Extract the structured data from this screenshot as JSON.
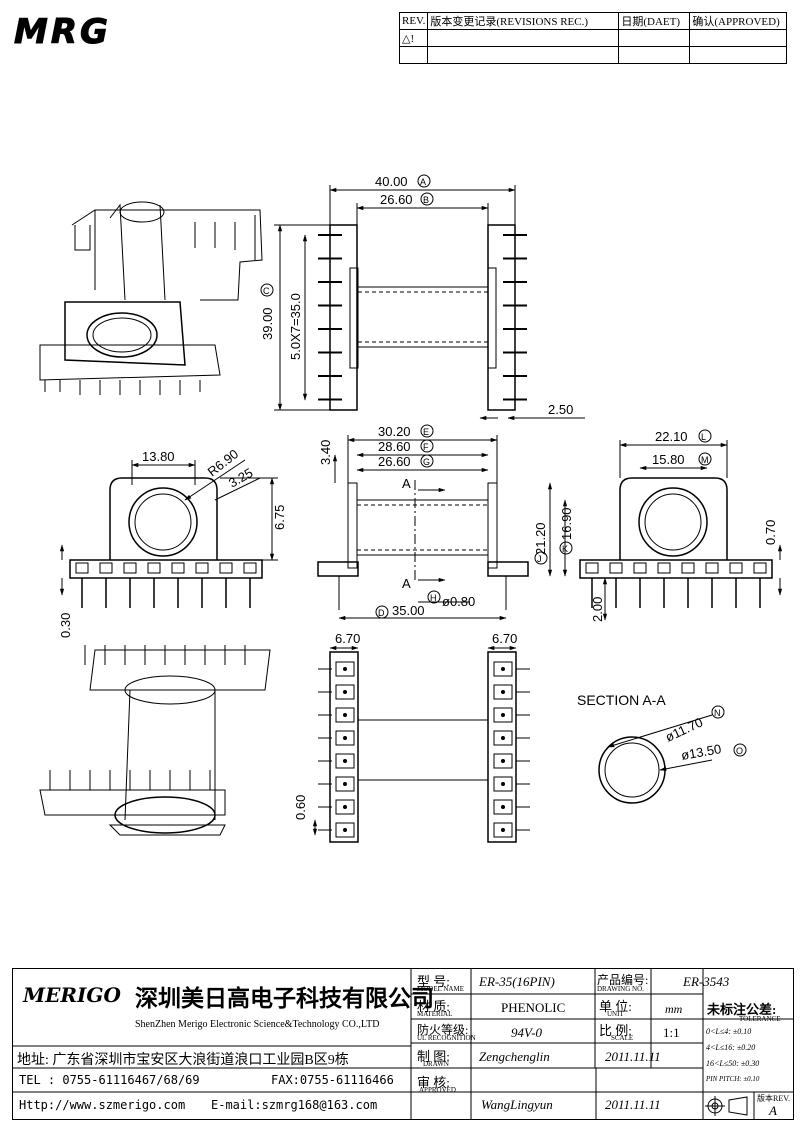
{
  "logo_text": "MRG",
  "revisions": {
    "headers": [
      "REV.",
      "版本变更记录(REVISIONS REC.)",
      "日期(DAET)",
      "确认(APPROVED)"
    ],
    "rows": [
      [
        "△!",
        "",
        "",
        ""
      ],
      [
        "",
        "",
        "",
        ""
      ]
    ]
  },
  "dims": {
    "A": "40.00",
    "B": "26.60",
    "C": "39.00",
    "pitch": "5.0X7=35.0",
    "gap": "2.50",
    "E": "30.20",
    "F": "28.60",
    "G": "26.60",
    "left_w": "13.80",
    "radius": "R6.90",
    "slot": "3.25",
    "h675": "6.75",
    "t030": "0.30",
    "top340": "3.40",
    "j": "21.20",
    "k": "16.90",
    "L": "22.10",
    "M": "15.80",
    "r070": "0.70",
    "pin200": "2.00",
    "H": "ø0.80",
    "D": "35.00",
    "w670a": "6.70",
    "w670b": "6.70",
    "p060": "0.60",
    "N": "ø11.70",
    "O": "ø13.50"
  },
  "circles": {
    "A": "A",
    "B": "B",
    "C": "C",
    "D": "D",
    "E": "E",
    "F": "F",
    "G": "G",
    "H": "H",
    "K": "K",
    "L": "L",
    "M": "M",
    "N": "N",
    "O": "O",
    "J": "J"
  },
  "section_marks": {
    "a1": "A",
    "a2": "A"
  },
  "section_label": "SECTION A-A",
  "company": {
    "logo": "MERIGO",
    "name_cn": "深圳美日高电子科技有限公司",
    "name_en": "ShenZhen Merigo Electronic Science&Technology CO.,LTD",
    "address": "地址: 广东省深圳市宝安区大浪街道浪口工业园B区9栋",
    "tel": "TEL : 0755-61116467/68/69",
    "fax": "FAX:0755-61116466",
    "http": "Http://www.szmerigo.com",
    "email": "E-mail:szmrg168@163.com"
  },
  "titleblock": {
    "model_label": "型  号:",
    "model_label_en": "MODEL NAME",
    "model": "ER-35(16PIN)",
    "dwg_label": "产品编号:",
    "dwg_label_en": "DRAWING NO.",
    "dwg": "ER-3543",
    "mat_label": "材  质:",
    "mat_label_en": "MATERIAL",
    "material": "PHENOLIC",
    "unit_label": "单  位:",
    "unit_label_en": "UNIT",
    "unit": "mm",
    "fire_label": "防火等级:",
    "fire_label_en": "UL RECOGNITION",
    "fire": "94V-0",
    "scale_label": "比  例:",
    "scale_label_en": "SCALE",
    "scale": "1:1",
    "drawn_label": "制  图:",
    "drawn_label_en": "DRAWN",
    "drawn": "Zengchenglin",
    "drawn_date": "2011.11.11",
    "appr_label": "审  核:",
    "appr_label_en": "APPROVED",
    "approved": "WangLingyun",
    "appr_date": "2011.11.11",
    "tol_title": "未标注公差:",
    "tol_sub": "TOLERANCE",
    "tol_rows": [
      "0<L≤4:   ±0.10",
      "4<L≤16:  ±0.20",
      "16<L≤50: ±0.30",
      "PIN PITCH: ±0.10"
    ],
    "ver_label": "版本REV.",
    "ver": "A"
  }
}
